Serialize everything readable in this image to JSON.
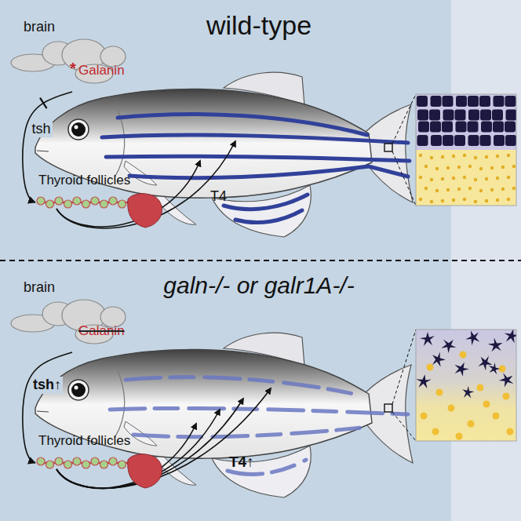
{
  "diagram": {
    "nodes": [
      {
        "text": [
          "wild-type"
        ]
      },
      {
        "text": [
          "brain",
          "Galanin"
        ],
        "in": 0
      },
      {
        "text": [
          "Thyroid follicles"
        ],
        "in": 0
      },
      {
        "text": [
          "galn-/- or galr1A-/-"
        ]
      },
      {
        "text": [
          "brain",
          "Galanin"
        ],
        "in": 3
      },
      {
        "text": [
          "Thyroid follicles"
        ],
        "in": 3
      }
    ],
    "edges": [
      {
        "from": 1,
        "to": 2,
        "arrow": "to",
        "label": "tsh"
      },
      {
        "from": 4,
        "to": 5,
        "arrow": "to",
        "label": "tsh↑"
      }
    ],
    "labels": [
      "*",
      "T4",
      "T4↑"
    ]
  }
}
